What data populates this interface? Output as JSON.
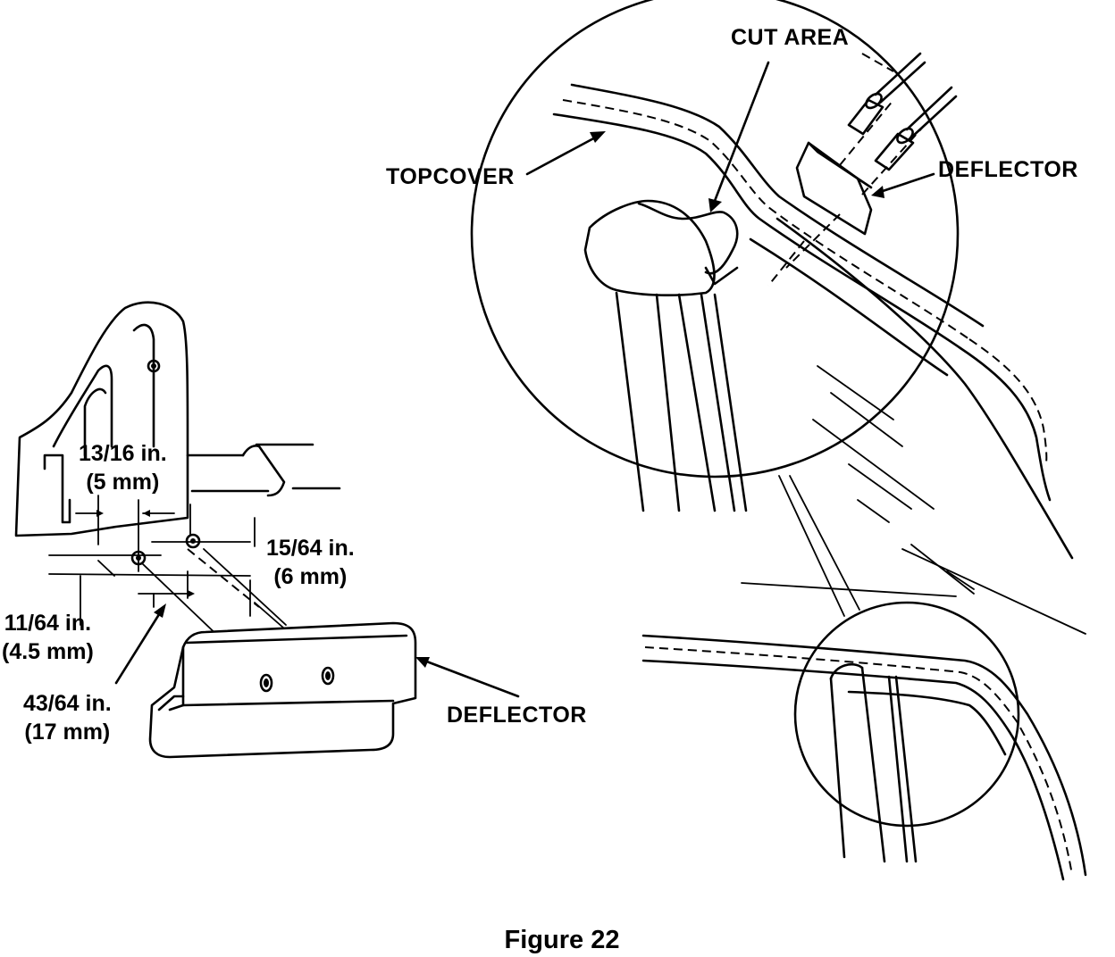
{
  "figure": {
    "caption": "Figure 22"
  },
  "callouts": {
    "cut_area": "CUT AREA",
    "topcover": "TOPCOVER",
    "deflector_top": "DEFLECTOR",
    "deflector_bottom": "DEFLECTOR"
  },
  "dimensions": {
    "d1": {
      "imperial": "13/16 in.",
      "metric": "(5 mm)"
    },
    "d2": {
      "imperial": "15/64 in.",
      "metric": "(6 mm)"
    },
    "d3": {
      "imperial": "11/64 in.",
      "metric": "(4.5 mm)"
    },
    "d4": {
      "imperial": "43/64 in.",
      "metric": "(17 mm)"
    }
  }
}
